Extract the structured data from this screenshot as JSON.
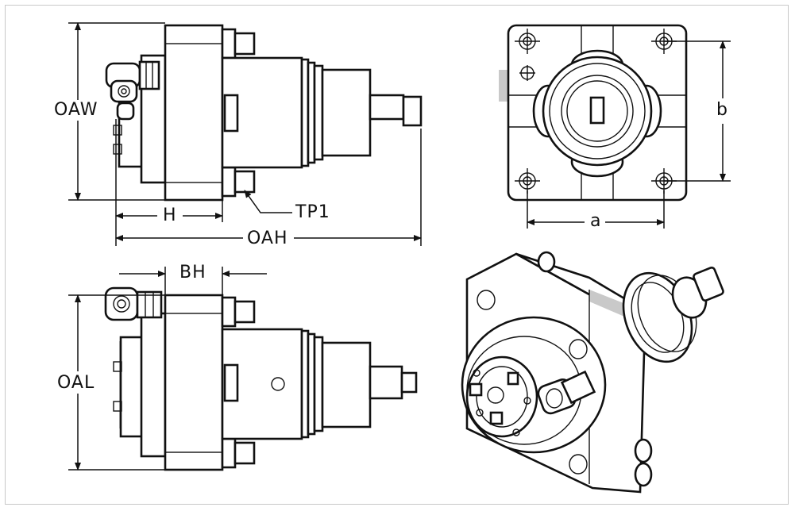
{
  "labels": {
    "oaw": "OAW",
    "h": "H",
    "tp1": "TP1",
    "oah": "OAH",
    "b": "b",
    "a": "a",
    "bh": "BH",
    "oal": "OAL"
  },
  "colors": {
    "line": "#111111",
    "shade": "#c9c9c9",
    "background": "#ffffff",
    "frame": "#c8c8c8"
  }
}
